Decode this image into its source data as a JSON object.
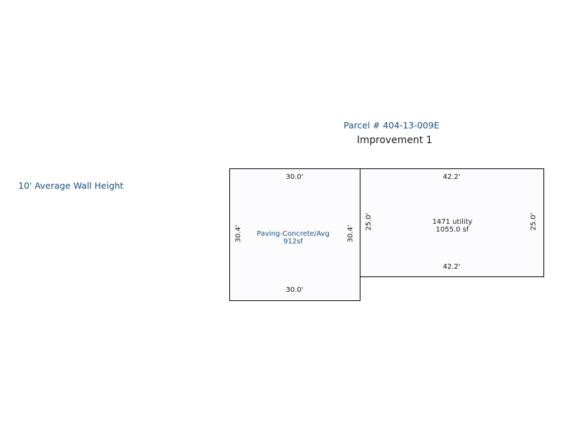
{
  "parcel_title": "Parcel # 404-13-009E",
  "improvement_title": "Improvement 1",
  "wall_height_note": "10' Average Wall Height",
  "areas": [
    {
      "label": "Paving-Concrete/Avg",
      "size": "912sf",
      "dim_top": "30.0'",
      "dim_bottom": "30.0'",
      "dim_left": "30.4'",
      "dim_right": "30.4'"
    },
    {
      "label": "1471 utility",
      "size": "1055.0 sf",
      "dim_top": "42.2'",
      "dim_bottom": "42.2'",
      "dim_left": "25.0'",
      "dim_right": "25.0'"
    }
  ]
}
